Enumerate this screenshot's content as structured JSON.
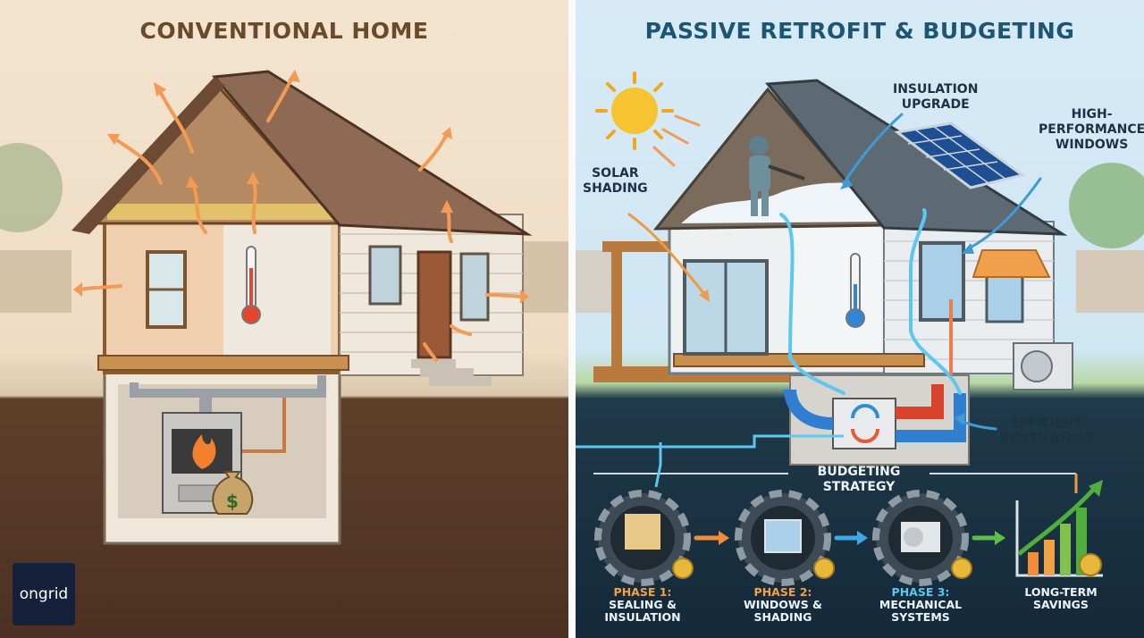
{
  "left_panel": {
    "title": "CONVENTIONAL HOME"
  },
  "right_panel": {
    "title": "PASSIVE RETROFIT & BUDGETING",
    "labels": {
      "insulation": "INSULATION\nUPGRADE",
      "windows": "HIGH-\nPERFORMANCE\nWINDOWS",
      "solar": "SOLAR\nSHADING",
      "ventilation": "EFFICIENT\nVENTILATION",
      "budgeting": "BUDGETING STRATEGY"
    },
    "phases": [
      {
        "num": "PHASE 1:",
        "text": "SEALING &\nINSULATION"
      },
      {
        "num": "PHASE 2:",
        "text": "WINDOWS &\nSHADING"
      },
      {
        "num": "PHASE 3:",
        "text": "MECHANICAL\nSYSTEMS"
      },
      {
        "num": "",
        "text": "LONG-TERM\nSAVINGS"
      }
    ]
  },
  "logo": {
    "text": "ongrid"
  },
  "colors": {
    "heat_arrow": "#f39a55",
    "cool_flow": "#5cc8f2",
    "warm_flow": "#e85a35",
    "title_left": "#6b4a2a",
    "title_right": "#1d5672"
  }
}
